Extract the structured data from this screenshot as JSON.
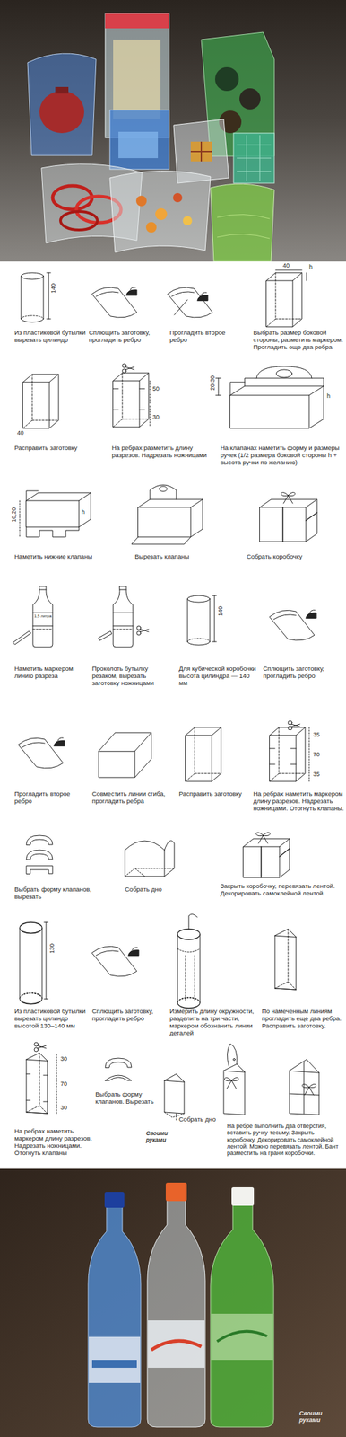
{
  "diagram": {
    "labels": [
      "140",
      "Из пластиковой бутылки вырезать цилиндр",
      "Сплющить заготовку, прогладить ребро",
      "Прогладить второе ребро",
      "40",
      "h",
      "Выбрать размер боковой стороны, разметить маркером. Прогладить еще два ребра",
      "40",
      "Расправить заготовку",
      "50",
      "30",
      "На ребрах разметить длину разрезов. Надрезать ножницами",
      "20,30",
      "h",
      "На клапанах наметить форму и размеры ручек (1/2 размера боковой стороны h + высота ручки по желанию)",
      "10,20",
      "h",
      "Наметить нижние клапаны",
      "Вырезать клапаны",
      "Собрать коробочку",
      "1,5 литра",
      "Наметить маркером линию разреза",
      "Проколоть бутылку резаком, вырезать заготовку ножницами",
      "140",
      "Для кубической коробочки высота цилиндра — 140 мм",
      "Сплющить заготовку, прогладить ребро",
      "Прогладить второе ребро",
      "Совместить линии сгиба, прогладить ребра",
      "Расправить заготовку",
      "35",
      "70",
      "35",
      "На ребрах наметить маркером длину разрезов. Надрезать ножницами. Отогнуть клапаны.",
      "Выбрать форму клапанов, вырезать",
      "Собрать дно",
      "Закрыть коробочку, перевязать лентой. Декорировать самоклейной лентой.",
      "130",
      "Из пластиковой бутылки вырезать цилиндр высотой 130–140 мм",
      "Сплющить заготовку, прогладить ребро",
      "Измерить длину окружности, разделить на три части, маркером обозначить линии деталей",
      "По намеченным линиям прогладить еще два ребра. Расправить заготовку.",
      "30",
      "70",
      "30",
      "На ребрах наметить маркером длину разрезов. Надрезать ножницами. Отогнуть клапаны",
      "Выбрать форму клапанов. Вырезать",
      "Собрать дно",
      "На ребре выполнить два отверстия, вставить ручку-тесьму. Закрыть коробочку. Декорировать самоклейной лентой. Можно перевязать лентой. Бант разместить на грани коробочки.",
      "Своими руками",
      "Своими руками"
    ]
  }
}
